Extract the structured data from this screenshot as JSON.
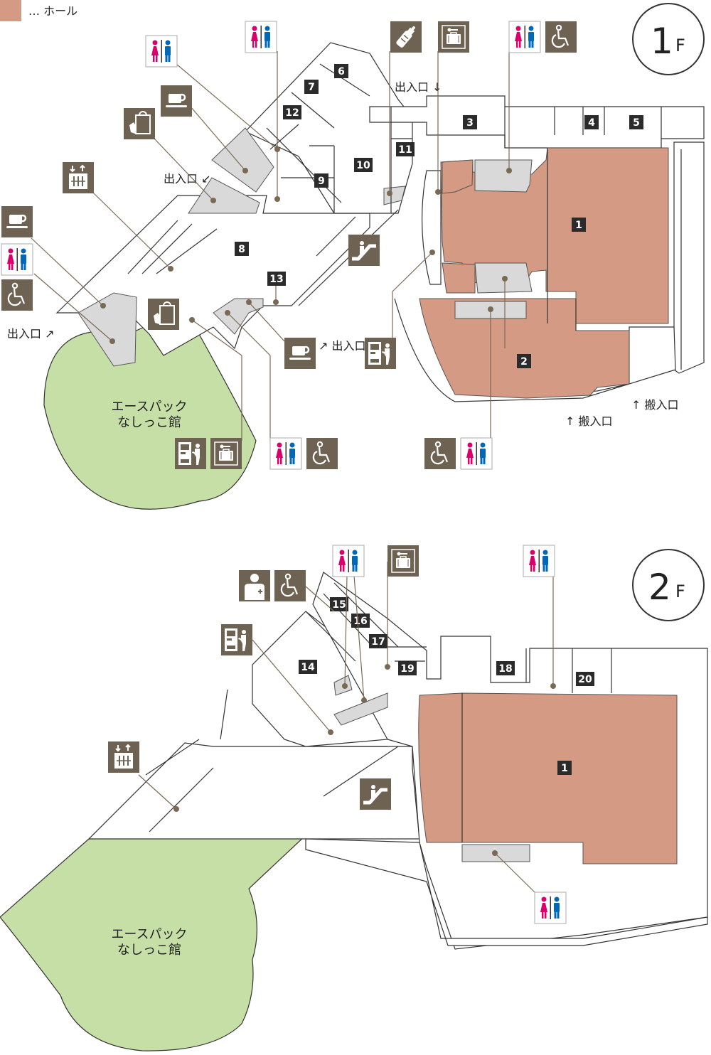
{
  "legend": {
    "swatch_color": "#d59a84",
    "text": "… ホール"
  },
  "floors": [
    {
      "floor_num": "1",
      "floor_unit": "F",
      "area_label_1": "エースパック",
      "area_label_2": "なしっこ館",
      "rooms": [
        "1",
        "2",
        "3",
        "4",
        "5",
        "6",
        "7",
        "8",
        "9",
        "10",
        "11",
        "12",
        "13"
      ],
      "entrances": [
        "出入口 ↓",
        "出入口 ↙",
        "出入口 ↗",
        "↗ 出入口"
      ],
      "loading_docks": [
        "↑ 搬入口",
        "↑ 搬入口"
      ],
      "icons": [
        "restroom-icon",
        "restroom-icon",
        "restroom-icon",
        "restroom-icon",
        "restroom-icon",
        "wheelchair-icon",
        "wheelchair-icon",
        "wheelchair-icon",
        "wheelchair-icon",
        "cafe-icon",
        "cafe-icon",
        "cafe-icon",
        "baby-bottle-icon",
        "locker-icon",
        "locker-icon",
        "elevator-icon",
        "shopping-bag-icon",
        "shopping-bag-icon",
        "escalator-icon",
        "vending-machine-icon",
        "vending-machine-icon"
      ]
    },
    {
      "floor_num": "2",
      "floor_unit": "F",
      "area_label_1": "エースパック",
      "area_label_2": "なしっこ館",
      "rooms": [
        "1",
        "14",
        "15",
        "16",
        "17",
        "18",
        "19",
        "20"
      ],
      "icons": [
        "restroom-icon",
        "restroom-icon",
        "restroom-icon",
        "locker-icon",
        "first-aid-icon",
        "wheelchair-icon",
        "vending-machine-icon",
        "elevator-icon",
        "escalator-icon"
      ]
    }
  ],
  "colors": {
    "hall": "#d59a84",
    "park": "#c6dfa6",
    "icon_bg": "#6e6253",
    "restroom_female": "#d9006c",
    "restroom_male": "#0068b7"
  }
}
